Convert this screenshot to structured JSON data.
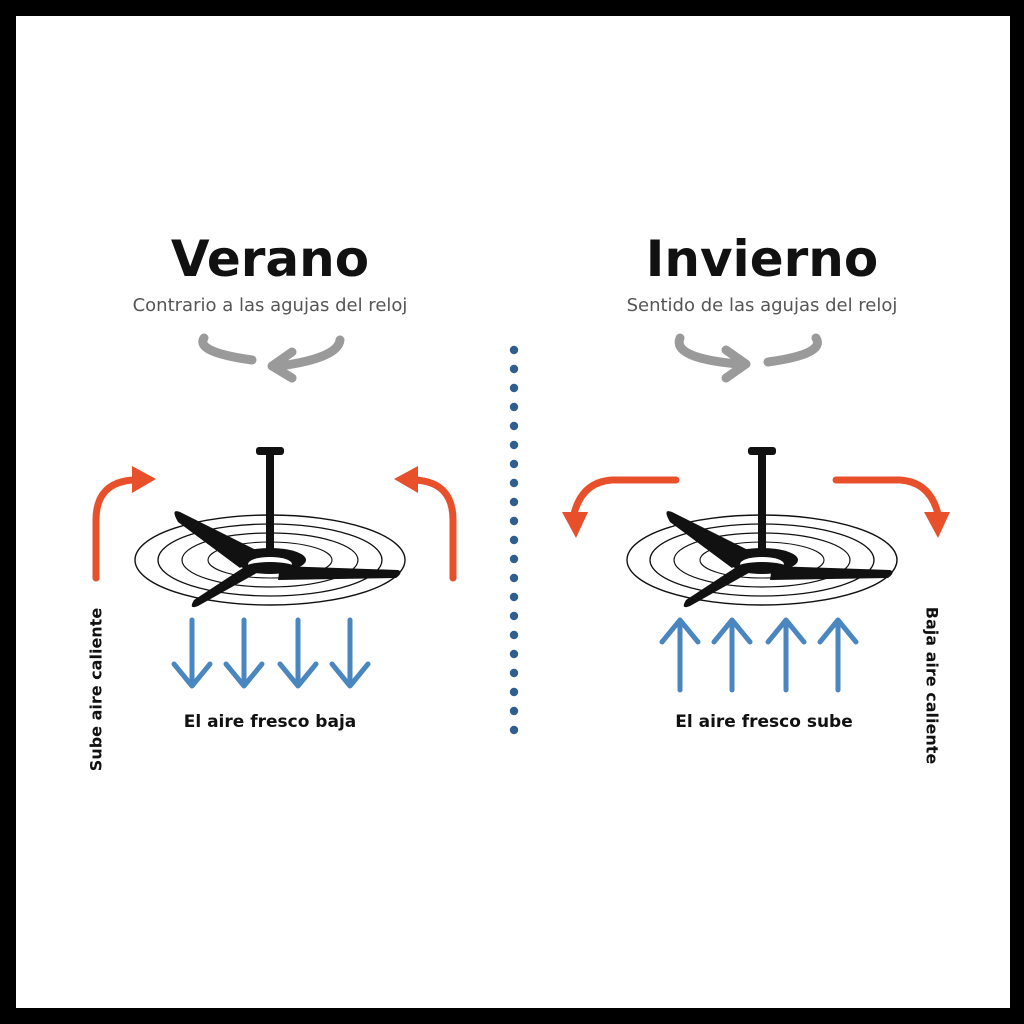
{
  "summer": {
    "title": "Verano",
    "subtitle": "Contrario a las agujas del reloj",
    "caption": "El aire fresco baja",
    "side_label": "Sube aire caliente"
  },
  "winter": {
    "title": "Invierno",
    "subtitle": "Sentido de las agujas del reloj",
    "caption": "El aire fresco sube",
    "side_label": "Baja aire caliente"
  },
  "colors": {
    "hot_air": "#e8502c",
    "cool_air": "#4a86c0",
    "rotation": "#9a9a9a",
    "fan": "#111111",
    "divider": "#2f5f8f"
  },
  "icons": [
    "ceiling-fan-icon",
    "rotation-arrow-icon",
    "hot-air-arrow-icon",
    "cool-air-arrow-icon"
  ]
}
